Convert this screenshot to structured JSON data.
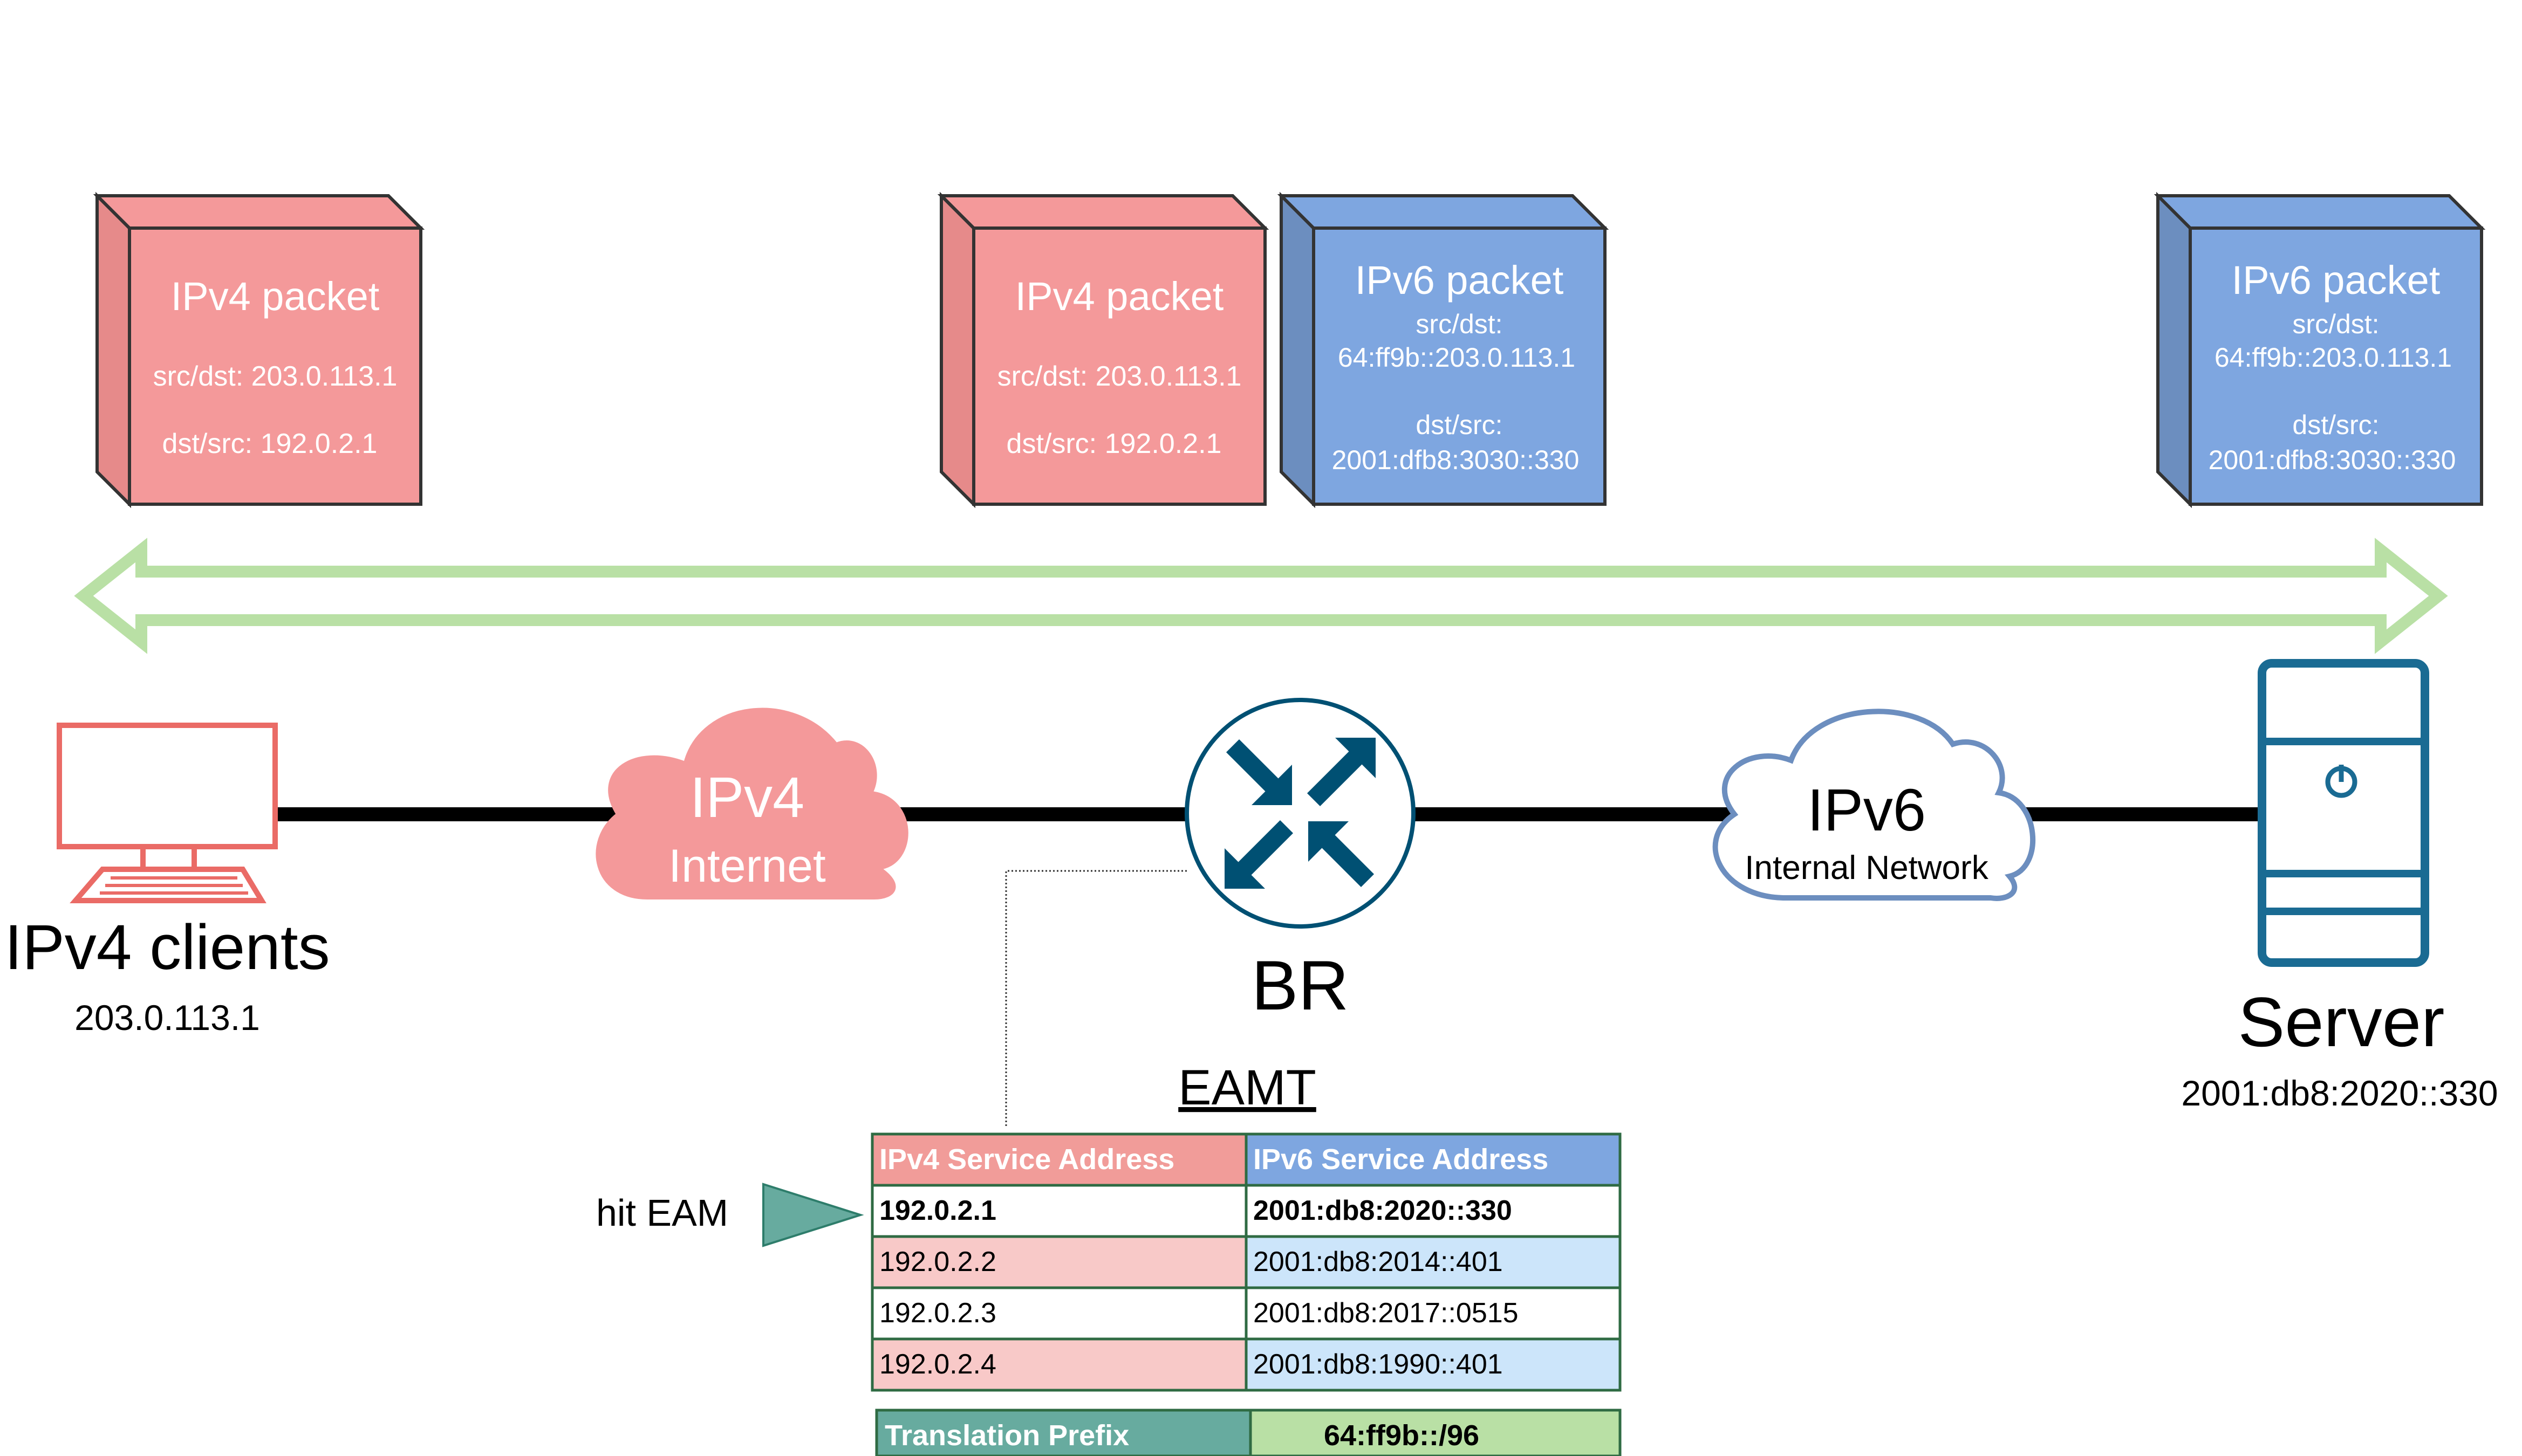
{
  "packets": {
    "left_ipv4": {
      "title": "IPv4 packet",
      "line1": "src/dst: 203.0.113.1",
      "line2": "dst/src: 192.0.2.1"
    },
    "mid_ipv4": {
      "title": "IPv4 packet",
      "line1": "src/dst: 203.0.113.1",
      "line2": "dst/src: 192.0.2.1"
    },
    "mid_ipv6": {
      "title": "IPv6 packet",
      "line1": "src/dst:",
      "line2": "64:ff9b::203.0.113.1",
      "line3": "dst/src:",
      "line4": "2001:dfb8:3030::330"
    },
    "right_ipv6": {
      "title": "IPv6 packet",
      "line1": "src/dst:",
      "line2": "64:ff9b::203.0.113.1",
      "line3": "dst/src:",
      "line4": "2001:dfb8:3030::330"
    }
  },
  "clients": {
    "label": "IPv4 clients",
    "address": "203.0.113.1"
  },
  "ipv4_cloud": {
    "title": "IPv4",
    "subtitle": "Internet"
  },
  "router": {
    "label": "BR"
  },
  "ipv6_cloud": {
    "title": "IPv6",
    "subtitle": "Internal Network"
  },
  "server": {
    "label": "Server",
    "address": "2001:db8:2020::330"
  },
  "eamt": {
    "title": "EAMT",
    "hit_label": "hit EAM",
    "headers": [
      "IPv4 Service Address",
      "IPv6 Service Address"
    ],
    "rows": [
      [
        "192.0.2.1",
        "2001:db8:2020::330"
      ],
      [
        "192.0.2.2",
        "2001:db8:2014::401"
      ],
      [
        "192.0.2.3",
        "2001:db8:2017::0515"
      ],
      [
        "192.0.2.4",
        "2001:db8:1990::401"
      ]
    ],
    "prefix_label": "Translation Prefix",
    "prefix_value": "64:ff9b::/96"
  },
  "colors": {
    "ipv4": "#f4999a",
    "ipv4_side": "#e68a8a",
    "ipv4_light": "#f8c9c8",
    "ipv6": "#7ea6e0",
    "ipv6_side": "#6c8ebf",
    "ipv6_light": "#cce5fa",
    "green_arrow": "#b9e0a5",
    "teal": "#67ab9f",
    "router_blue": "#005073",
    "server_blue": "#1a6b93"
  }
}
